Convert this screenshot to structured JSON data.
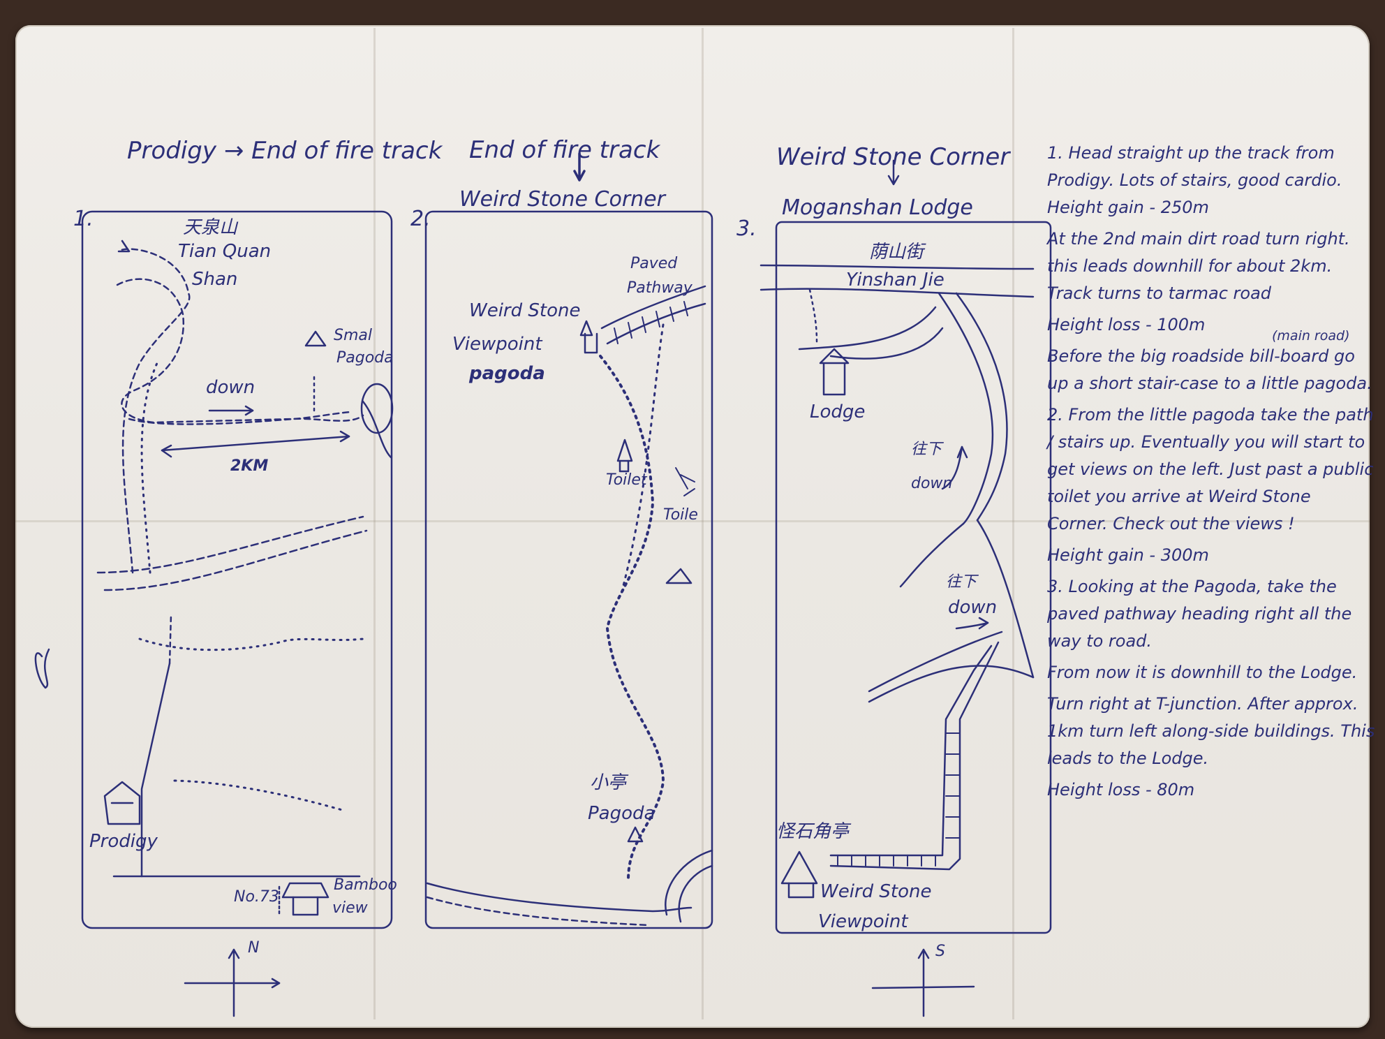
{
  "panel1": {
    "heading": "Prodigy → End of fire track",
    "number": "1.",
    "peak_cn": "天泉山",
    "peak_en_1": "Tian Quan",
    "peak_en_2": "Shan",
    "small_pagoda_1": "Smal",
    "small_pagoda_2": "Pagoda",
    "down": "down",
    "distance": "2KM",
    "prodigy": "Prodigy",
    "no73": "No.73",
    "bamboo_1": "Bamboo",
    "bamboo_2": "view",
    "compass": "N"
  },
  "panel2": {
    "heading": "End of fire track",
    "subheading": "Weird Stone Corner",
    "number": "2.",
    "paved_1": "Paved",
    "paved_2": "Pathway",
    "viewpoint_1": "Weird Stone",
    "viewpoint_2": "Viewpoint",
    "viewpoint_3": "pagoda",
    "toilet": "Toilet",
    "toilet2": "Toile",
    "pagoda_cn": "小亭",
    "pagoda": "Pagoda"
  },
  "panel3": {
    "heading": "Weird Stone Corner",
    "subheading": "Moganshan Lodge",
    "number": "3.",
    "street_cn": "荫山街",
    "street_en": "Yinshan Jie",
    "lodge": "Lodge",
    "down_cn": "往下",
    "down": "down",
    "viewpoint_cn": "怪石角亭",
    "viewpoint_1": "Weird Stone",
    "viewpoint_2": "Viewpoint",
    "compass": "S"
  },
  "notes": {
    "main_road": "(main road)",
    "p1": "1. Head straight up the track from Prodigy. Lots of stairs, good cardio. Height gain - 250m",
    "p1b": "At the 2nd main dirt road turn right. this leads downhill for about 2km. Track turns to tarmac road",
    "p1c": "Height loss - 100m",
    "p1d": "Before the big roadside bill-board go up a short stair-case to a little pagoda.",
    "p2": "2. From the little pagoda take the path / stairs up. Eventually you will start to get views on the left. Just past a public toilet you arrive at Weird Stone Corner. Check out the views !",
    "p2b": "Height gain - 300m",
    "p3": "3. Looking at the Pagoda, take the paved pathway heading right all the way to road.",
    "p3b": "From now it is downhill to the Lodge.",
    "p3c": "Turn right at T-junction. After approx. 1km turn left along-side buildings. This leads to the Lodge.",
    "p3d": "Height loss - 80m"
  }
}
